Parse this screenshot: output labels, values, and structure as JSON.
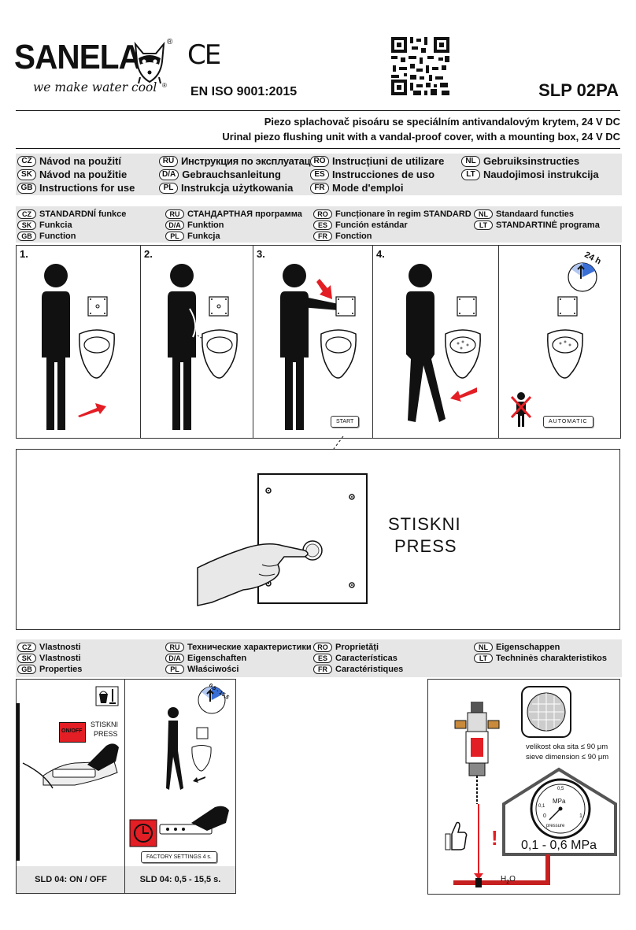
{
  "brand": {
    "name": "SANELA",
    "registered": "®",
    "slogan": "we make water cool"
  },
  "ce_mark": "CE",
  "iso": "EN ISO 9001:2015",
  "model": "SLP 02PA",
  "subtitle_cz": "Piezo splachovač pisoáru se speciálním antivandalovým krytem, 24 V DC",
  "subtitle_en": "Urinal piezo flushing unit with a vandal-proof cover, with a mounting box, 24 V DC",
  "manual_langs": [
    {
      "code": "CZ",
      "label": "Návod na použití"
    },
    {
      "code": "SK",
      "label": "Návod na použitie"
    },
    {
      "code": "GB",
      "label": "Instructions for use"
    },
    {
      "code": "RU",
      "label": "Инструкция по эксплуатации"
    },
    {
      "code": "D/A",
      "label": "Gebrauchsanleitung"
    },
    {
      "code": "PL",
      "label": "Instrukcja użytkowania"
    },
    {
      "code": "RO",
      "label": "Instrucțiuni de utilizare"
    },
    {
      "code": "ES",
      "label": "Instrucciones de uso"
    },
    {
      "code": "FR",
      "label": "Mode d'emploi"
    },
    {
      "code": "NL",
      "label": "Gebruiksinstructies"
    },
    {
      "code": "LT",
      "label": "Naudojimosi instrukcija"
    }
  ],
  "function_langs": [
    {
      "code": "CZ",
      "label": "STANDARDNÍ funkce"
    },
    {
      "code": "SK",
      "label": "Funkcia"
    },
    {
      "code": "GB",
      "label": "Function"
    },
    {
      "code": "RU",
      "label": "СТАНДАРТНАЯ программа"
    },
    {
      "code": "D/A",
      "label": "Funktion"
    },
    {
      "code": "PL",
      "label": "Funkcja"
    },
    {
      "code": "RO",
      "label": "Funcționare în regim STANDARD"
    },
    {
      "code": "ES",
      "label": "Función estándar"
    },
    {
      "code": "FR",
      "label": "Fonction"
    },
    {
      "code": "NL",
      "label": "Standaard functies"
    },
    {
      "code": "LT",
      "label": "STANDARTINĖ programa"
    }
  ],
  "steps": [
    "1.",
    "2.",
    "3.",
    "4."
  ],
  "step_tags": {
    "start": "START",
    "automatic": "AUTOMATIC",
    "hours": "24 h"
  },
  "press": {
    "line1": "STISKNI",
    "line2": "PRESS"
  },
  "props_langs": [
    {
      "code": "CZ",
      "label": "Vlastnosti"
    },
    {
      "code": "SK",
      "label": "Vlastnosti"
    },
    {
      "code": "GB",
      "label": "Properties"
    },
    {
      "code": "RU",
      "label": "Технические характеристики"
    },
    {
      "code": "D/A",
      "label": "Eigenschaften"
    },
    {
      "code": "PL",
      "label": "Właściwości"
    },
    {
      "code": "RO",
      "label": "Proprietăți"
    },
    {
      "code": "ES",
      "label": "Características"
    },
    {
      "code": "FR",
      "label": "Caractéristiques"
    },
    {
      "code": "NL",
      "label": "Eigenschappen"
    },
    {
      "code": "LT",
      "label": "Techninės charakteristikos"
    }
  ],
  "props": {
    "onoff_label": "ON/OFF",
    "stiskni": "STISKNI",
    "press": "PRESS",
    "sld1": "SLD 04: ON / OFF",
    "range_dial": "0,5 - 15,5",
    "factory": "FACTORY SETTINGS 4 s.",
    "sld2": "SLD 04: 0,5 - 15,5 s."
  },
  "water": {
    "sieve_cz": "velikost oka sita ≤ 90 μm",
    "sieve_en": "sieve dimension ≤ 90 μm",
    "pressure": "0,1 - 0,6 MPa",
    "gauge_unit": "MPa",
    "gauge_label": "pressure",
    "gauge_ticks": [
      "0",
      "0,1",
      "0,5",
      "1"
    ],
    "water": "H",
    "water_sub": "2",
    "water_end": "O",
    "warning": "!"
  }
}
